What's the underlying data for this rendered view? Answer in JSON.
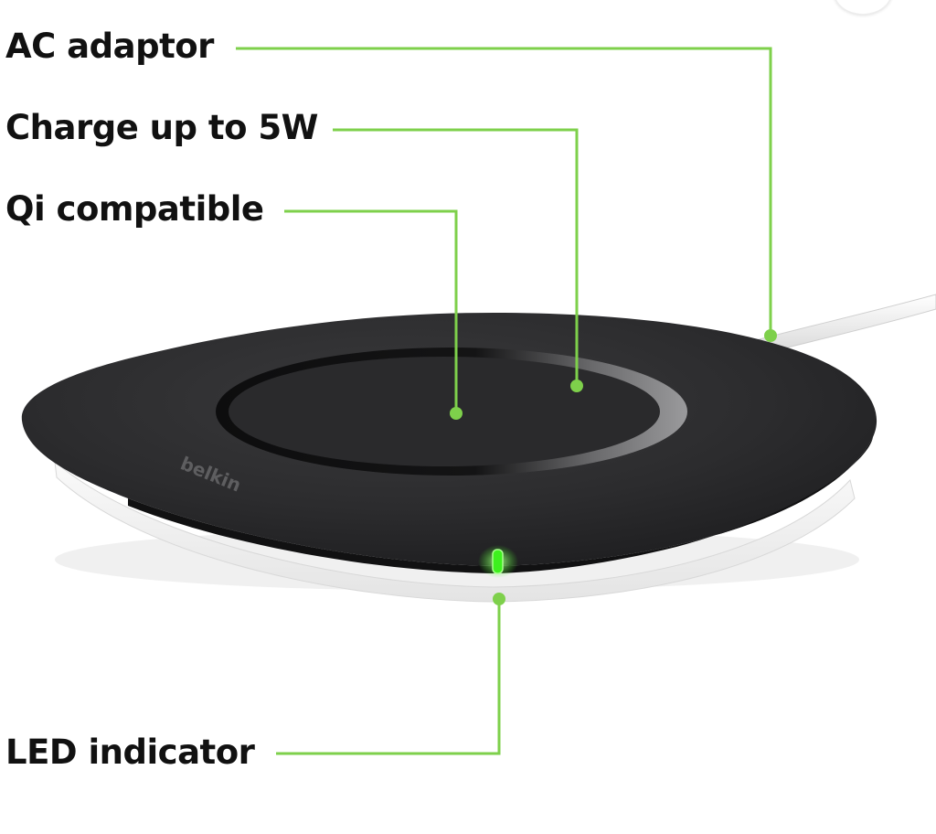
{
  "callouts": {
    "ac_adaptor": "AC adaptor",
    "charge": "Charge up to 5W",
    "qi": "Qi compatible",
    "led": "LED indicator"
  },
  "device": {
    "brand": "belkin"
  },
  "colors": {
    "callout_line": "#7ed04b",
    "pad_top": "#2b2b2d",
    "pad_base": "#f2f2f2",
    "led": "#3ef01e",
    "text": "#111111"
  }
}
